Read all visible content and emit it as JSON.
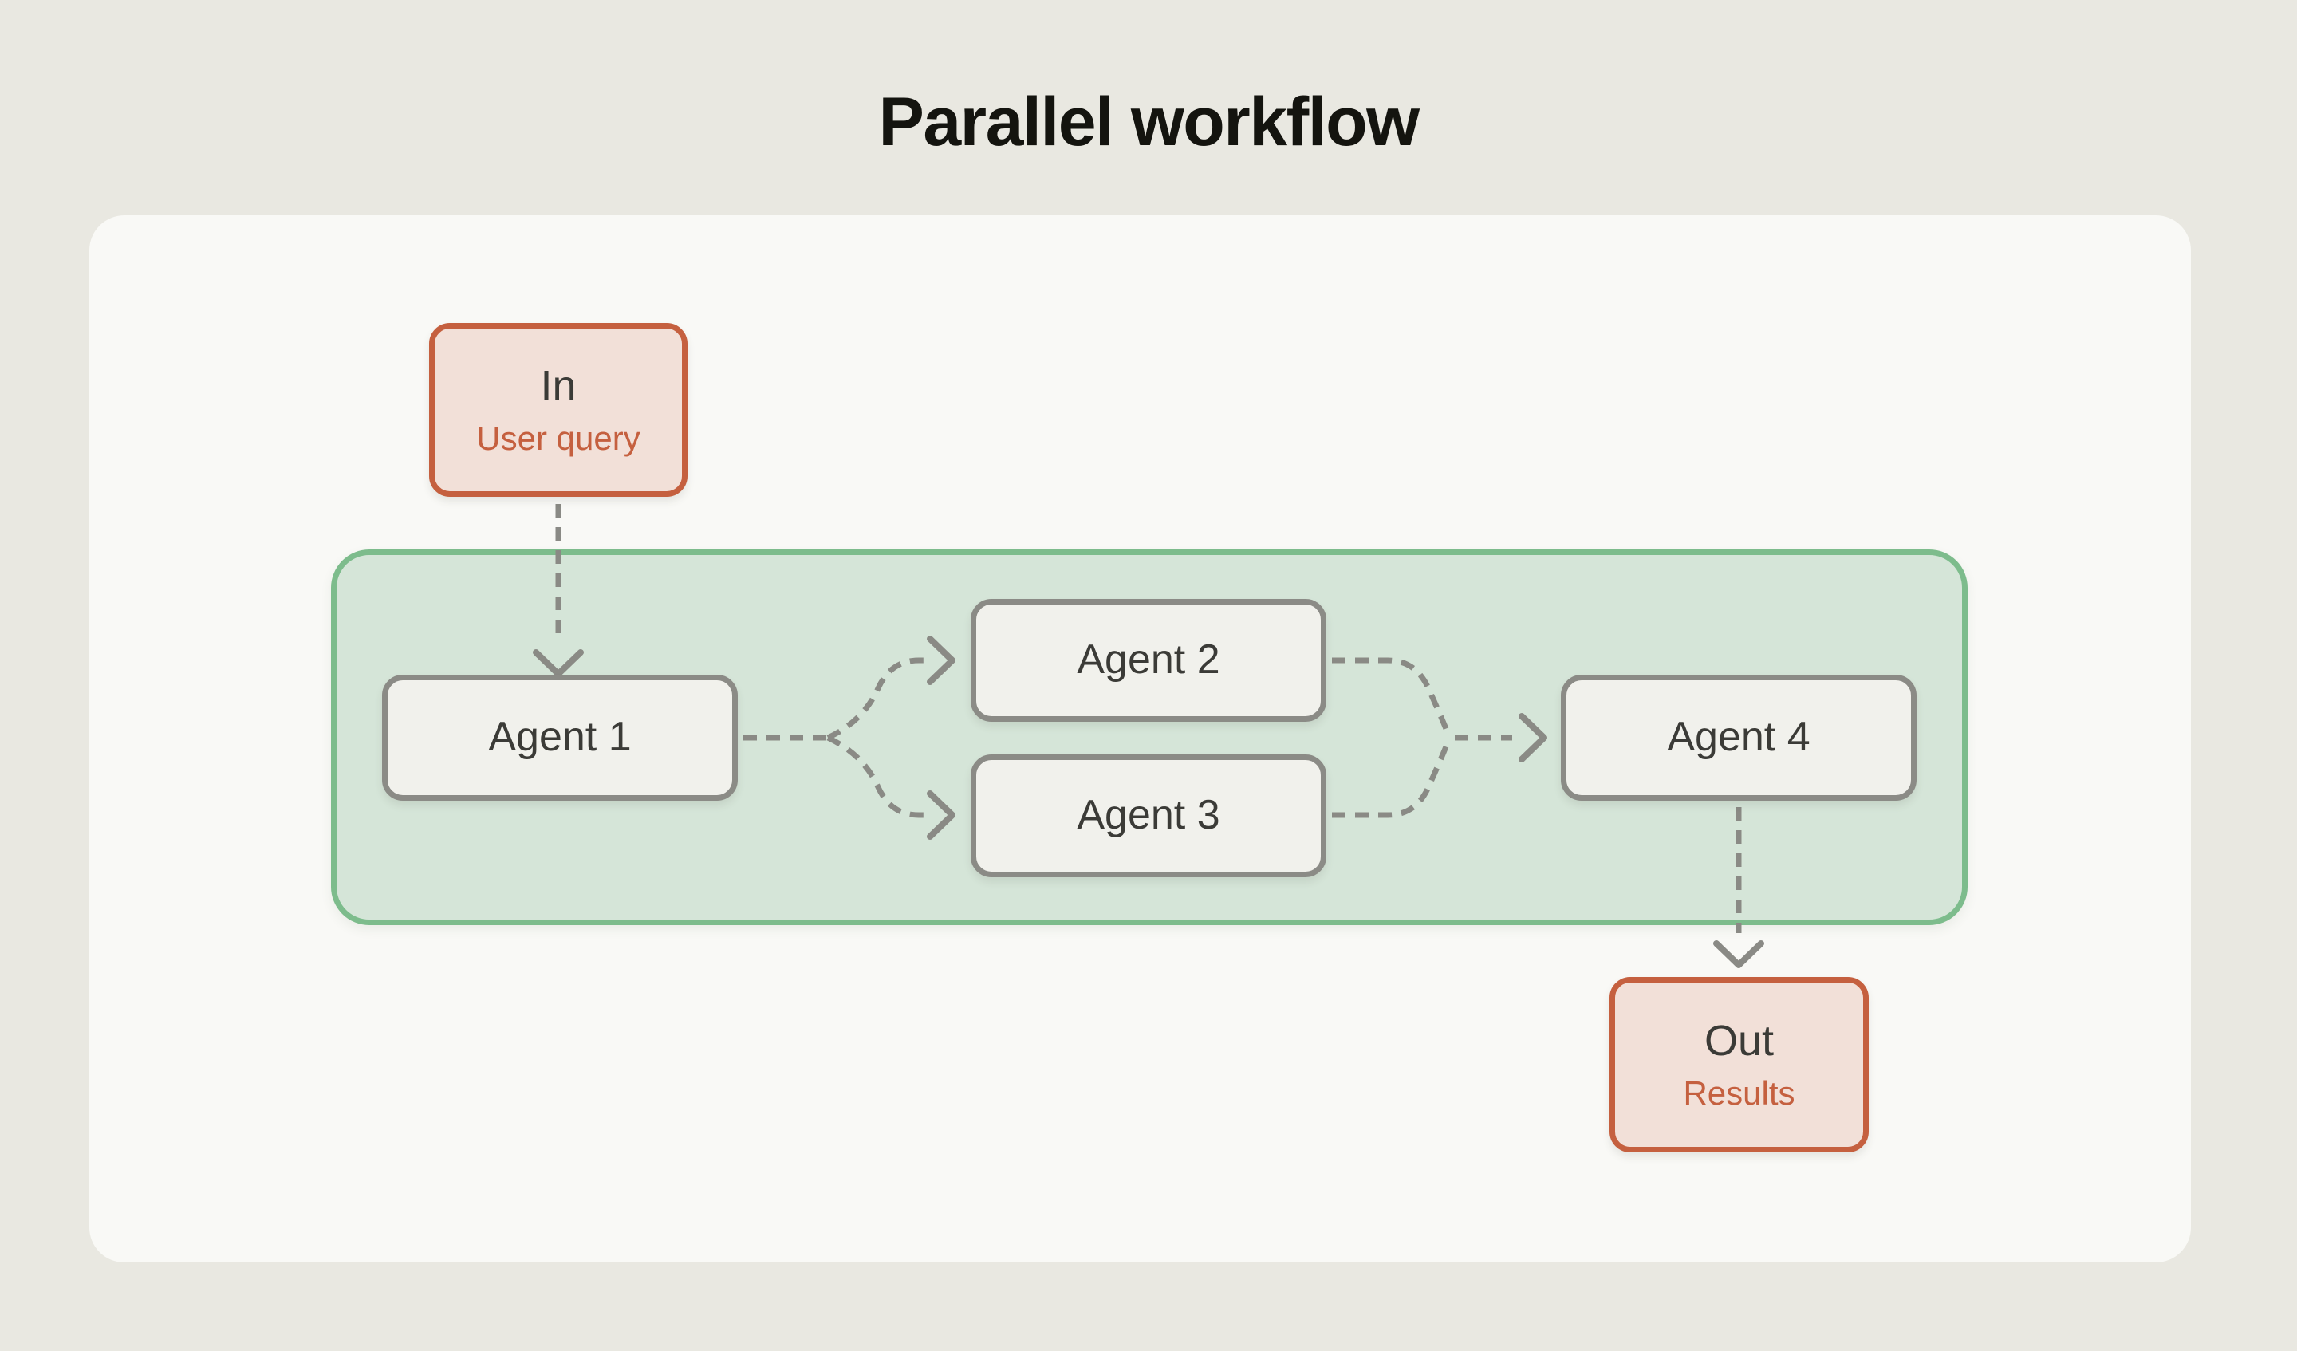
{
  "title": "Parallel workflow",
  "nodes": {
    "input": {
      "label": "In",
      "sublabel": "User query"
    },
    "agent1": {
      "label": "Agent 1"
    },
    "agent2": {
      "label": "Agent 2"
    },
    "agent3": {
      "label": "Agent 3"
    },
    "agent4": {
      "label": "Agent 4"
    },
    "output": {
      "label": "Out",
      "sublabel": "Results"
    }
  },
  "colors": {
    "page_bg": "#E9E8E1",
    "card_bg": "#F9F9F6",
    "accent": "#C5603F",
    "io_fill": "#F2E0D8",
    "group_border": "#7DBC8C",
    "group_fill": "#D5E5D8",
    "node_border": "#8B8B86",
    "node_fill": "#F1F1EC",
    "connector": "#8A8A85",
    "text_dark": "#3B3B37",
    "title_color": "#14140F"
  }
}
